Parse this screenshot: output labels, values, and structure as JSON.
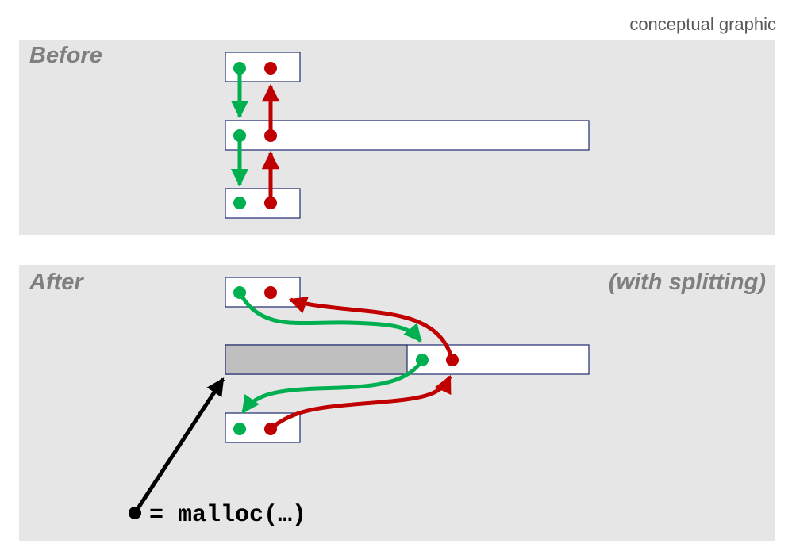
{
  "caption": "conceptual graphic",
  "before": {
    "label": "Before"
  },
  "after": {
    "label": "After",
    "note": "(with splitting)"
  },
  "malloc_call": "= malloc(…)",
  "colors": {
    "panel_bg": "#e6e6e6",
    "block_border": "#1f2a6e",
    "allocated_fill": "#bfbfbf",
    "next_pointer": "#00b050",
    "prev_pointer": "#c00000",
    "malloc_pointer": "#000000"
  }
}
